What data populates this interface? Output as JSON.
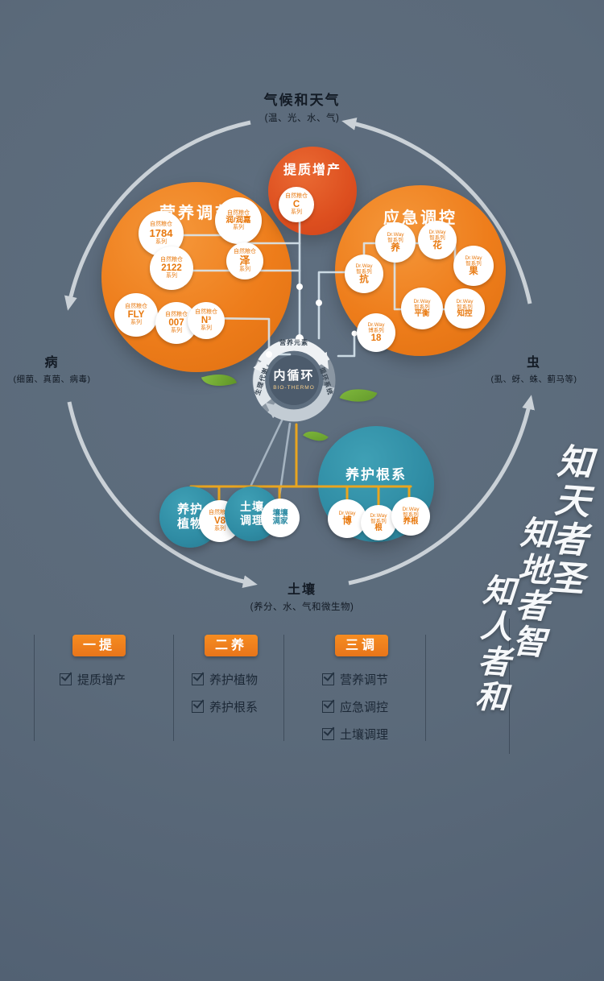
{
  "colors": {
    "background": "#5b6a7a",
    "orange": "#ee7d1b",
    "red_orange": "#dd4f1f",
    "teal": "#2f8ca4",
    "yellow_line": "#e9a51f",
    "ring_gray": "#d6dce1",
    "dark_text": "#131b25",
    "white": "#ffffff"
  },
  "cycle": {
    "top": {
      "title": "气候和天气",
      "subtitle": "(温、光、水、气)"
    },
    "left": {
      "title": "病",
      "subtitle": "(细菌、真菌、病毒)"
    },
    "right": {
      "title": "虫",
      "subtitle": "(虱、蚜、蛛、蓟马等)"
    },
    "bottom": {
      "title": "土壤",
      "subtitle": "(养分、水、气和微生物)"
    }
  },
  "hub": {
    "title": "内循环",
    "subtitle": "BIO-THERMO",
    "arc_top": "营养元素",
    "arc_left": "生理代谢",
    "arc_right": "循环系统"
  },
  "quality": {
    "title": "提质增产",
    "product": {
      "l1": "自然粮仓",
      "l2": "C",
      "l3": "系列"
    }
  },
  "nutrition": {
    "title": "营养调节",
    "items": [
      {
        "l1": "自然粮仓",
        "l2": "1784",
        "l3": "系列"
      },
      {
        "l1": "自然粮仓",
        "l2": "润/润嘉",
        "l3": "系列"
      },
      {
        "l1": "自然粮仓",
        "l2": "2122",
        "l3": "系列"
      },
      {
        "l1": "自然粮仓",
        "l2": "泽",
        "l3": "系列"
      },
      {
        "l1": "自然粮仓",
        "l2": "FLY",
        "l3": "系列"
      },
      {
        "l1": "自然粮仓",
        "l2": "007",
        "l3": "系列"
      },
      {
        "l1": "自然粮仓",
        "l2": "N³",
        "l3": "系列"
      }
    ]
  },
  "emergency": {
    "title": "应急调控",
    "items": [
      {
        "l1": "Dr.Way",
        "l2": "智系列",
        "l3": "养"
      },
      {
        "l1": "Dr.Way",
        "l2": "智系列",
        "l3": "花"
      },
      {
        "l1": "Dr.Way",
        "l2": "智系列",
        "l3": "果"
      },
      {
        "l1": "Dr.Way",
        "l2": "智系列",
        "l3": "抗"
      },
      {
        "l1": "Dr.Way",
        "l2": "智系列",
        "l3": "平衡"
      },
      {
        "l1": "Dr.Way",
        "l2": "智系列",
        "l3": "知控"
      },
      {
        "l1": "Dr.Way",
        "l2": "博系列",
        "l3": "18"
      }
    ]
  },
  "roots": {
    "title": "养护根系",
    "items": [
      {
        "l1": "Dr.Way",
        "l3": "博"
      },
      {
        "l1": "Dr.Way",
        "l2": "智系列",
        "l3": "根"
      },
      {
        "l1": "Dr.Way",
        "l2": "智系列",
        "l3": "养根"
      }
    ]
  },
  "plants": {
    "title_line1": "养护",
    "title_line2": "植物",
    "product": {
      "l1": "自然粮仓",
      "l2": "V8",
      "l3": "系列"
    }
  },
  "soil": {
    "title_line1": "土壤",
    "title_line2": "调理",
    "product": {
      "line1": "壤壤",
      "line2": "满家"
    }
  },
  "legend": {
    "sections": [
      {
        "label": "一提",
        "items": [
          "提质增产"
        ]
      },
      {
        "label": "二养",
        "items": [
          "养护植物",
          "养护根系"
        ]
      },
      {
        "label": "三调",
        "items": [
          "营养调节",
          "应急调控",
          "土壤调理"
        ]
      }
    ]
  },
  "calligraphy": {
    "col1": "知天者圣",
    "col2": "知地者智",
    "col3": "知人者和"
  }
}
